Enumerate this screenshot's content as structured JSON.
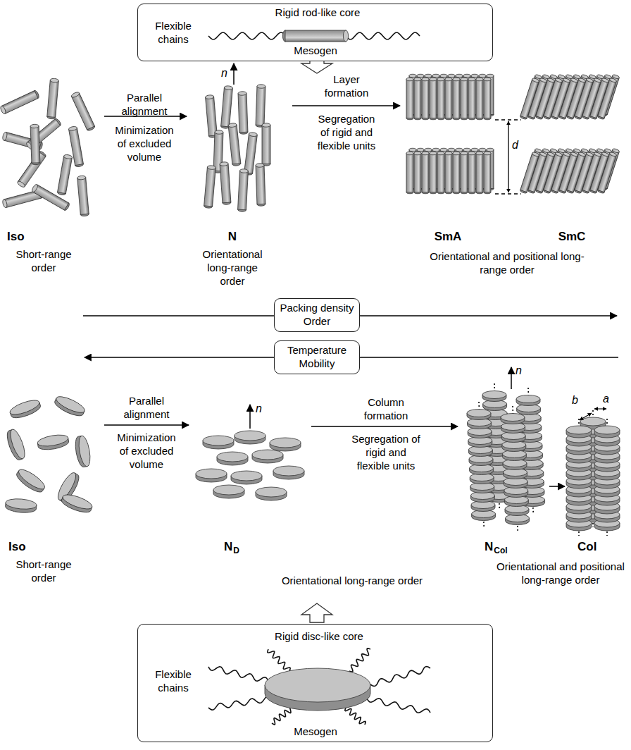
{
  "diagram": {
    "nodes": [
      {
        "text": [
          "Rigid rod-like core",
          "Flexible chains",
          "Mesogen"
        ]
      },
      {
        "text": [
          "Packing density Order"
        ]
      },
      {
        "text": [
          "Temperature Mobility"
        ]
      },
      {
        "text": [
          "Rigid disc-like core",
          "Flexible chains",
          "Mesogen"
        ]
      }
    ],
    "labels": [
      "Parallel alignment",
      "Minimization of excluded volume",
      "n",
      "Layer formation",
      "Segregation of rigid and flexible units",
      "d",
      "Iso",
      "Short-range order",
      "N",
      "Orientational long-range order",
      "SmA",
      "SmC",
      "Orientational and positional long-range order",
      "Parallel alignment",
      "Minimization of excluded volume",
      "n",
      "Column formation",
      "Segregation of rigid and flexible units",
      "n",
      "b",
      "a",
      "Iso",
      "Short-range order",
      "N",
      "D",
      "N",
      "Col",
      "Col",
      "Orientational long-range order",
      "Orientational and positional long-range order"
    ]
  }
}
